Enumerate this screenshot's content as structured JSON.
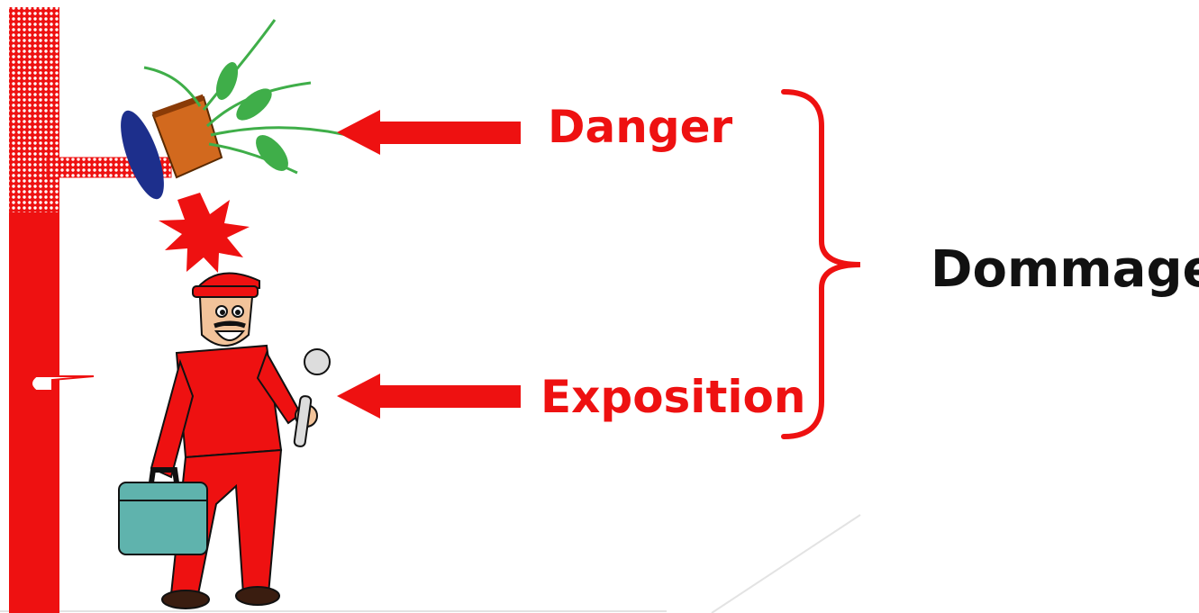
{
  "labels": {
    "danger": "Danger",
    "exposition": "Exposition",
    "dommage": "Dommage"
  },
  "colors": {
    "accent_red": "#ee1111",
    "result_text": "#111111",
    "toolbox": "#5fb3ad",
    "pot": "#d2691e",
    "leaves": "#3fae49"
  },
  "icons": {
    "hazard": "falling-flower-pot",
    "person": "worker-with-toolbox-and-wrench",
    "impact": "impact-star"
  }
}
